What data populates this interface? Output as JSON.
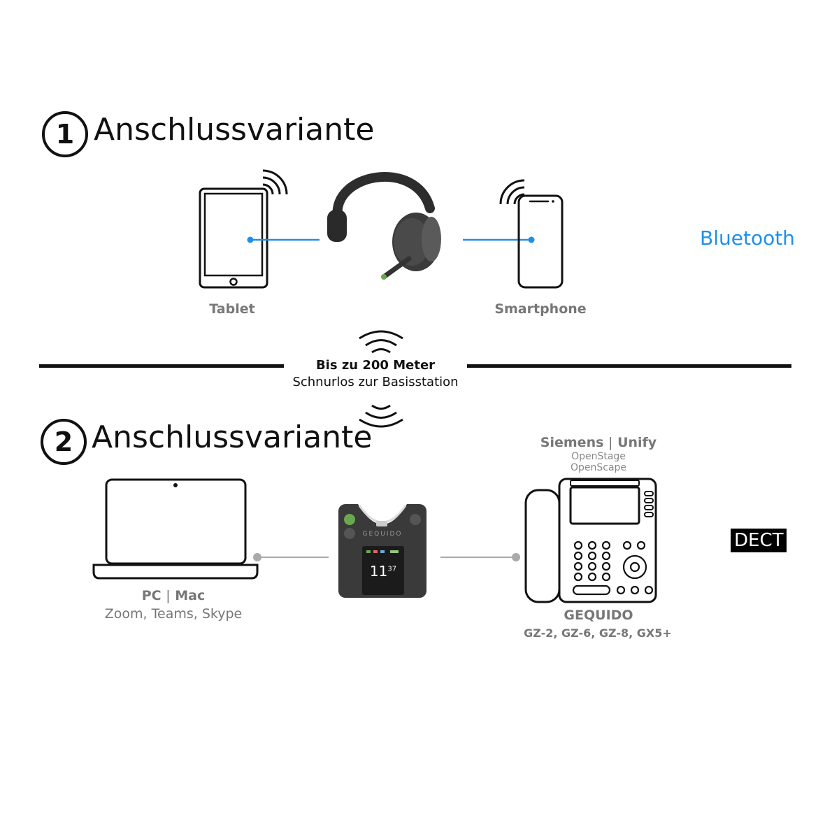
{
  "sections": [
    {
      "number": "1",
      "title": "Anschlussvariante"
    },
    {
      "number": "2",
      "title": "Anschlussvariante"
    }
  ],
  "variant1": {
    "left_device": "Tablet",
    "right_device": "Smartphone",
    "connection": "Bluetooth",
    "link_color": "#1e90e8"
  },
  "range": {
    "headline": "Bis zu 200 Meter",
    "subline": "Schnurlos zur Basisstation"
  },
  "variant2": {
    "pc": {
      "title_a": "PC",
      "separator": "|",
      "title_b": "Mac",
      "apps": "Zoom, Teams, Skype"
    },
    "base_station": {
      "brand": "GEQUIDO",
      "time_hour": "11",
      "time_min": "37"
    },
    "phone": {
      "brand_a": "Siemens",
      "separator": "|",
      "brand_b": "Unify",
      "model_1": "OpenStage",
      "model_2": "OpenScape",
      "vendor": "GEQUIDO",
      "models": "GZ-2, GZ-6, GZ-8, GX5+"
    },
    "connection": "DECT",
    "link_color": "#aaaaaa"
  },
  "icons": [
    "wifi-icon",
    "tablet-icon",
    "headset-icon",
    "smartphone-icon",
    "laptop-icon",
    "base-station-icon",
    "desk-phone-icon"
  ]
}
